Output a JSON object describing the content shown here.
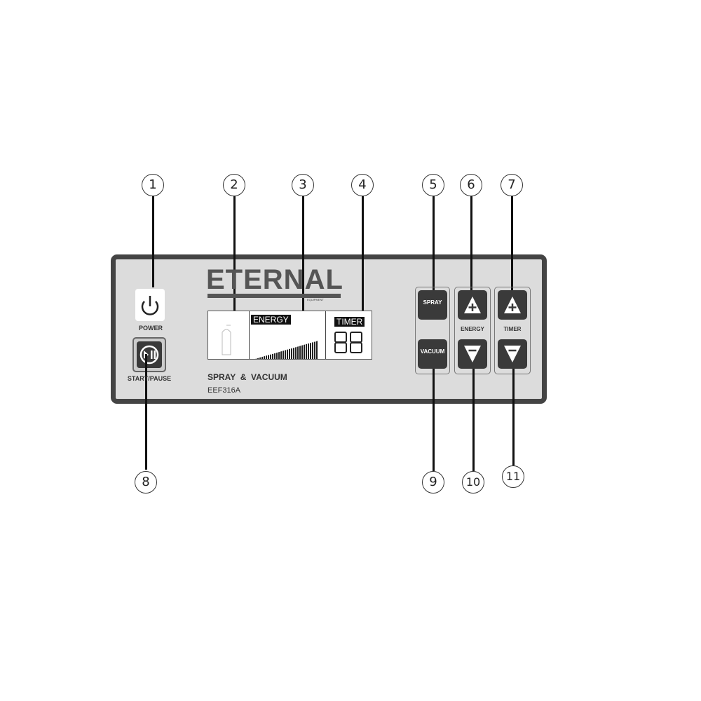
{
  "callouts": [
    "1",
    "2",
    "3",
    "4",
    "5",
    "6",
    "7",
    "8",
    "9",
    "10",
    "11"
  ],
  "brand": {
    "logo": "ETERNAL",
    "subtext": "EQUIPMENT"
  },
  "buttons": {
    "power_label": "POWER",
    "start_pause_label": "START/PAUSE",
    "spray_label": "SPRAY",
    "vacuum_label": "VACUUM",
    "energy_group_label": "ENERGY",
    "timer_group_label": "TIMER"
  },
  "lcd": {
    "energy_tag": "ENERGY",
    "timer_tag": "TIMER",
    "timer_digits": "88"
  },
  "model": {
    "line1": "SPRAY  &  VACUUM",
    "line2": "EEF316A"
  },
  "icons": [
    "power-icon",
    "start-pause-icon",
    "plus-icon",
    "minus-icon",
    "tank-icon"
  ],
  "colors": {
    "panel": "#dcdcdc",
    "panel_border": "#444444",
    "key": "#3a3a3a"
  }
}
